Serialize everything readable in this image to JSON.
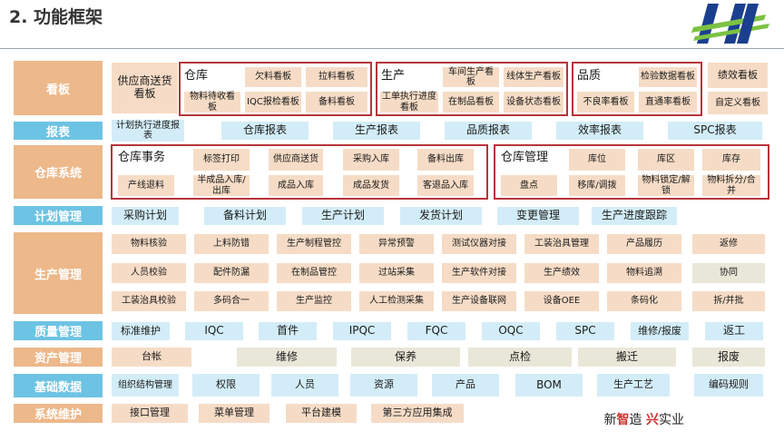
{
  "page": {
    "title": "2. 功能框架",
    "footer": {
      "p1": "新",
      "p2": "智",
      "p3": "造",
      "p4": "兴",
      "p5": "实业"
    }
  },
  "rows": {
    "kanban": {
      "label": "看板",
      "supplier": "供应商送货看板",
      "warehouse": {
        "title": "仓库",
        "items": [
          "欠料看板",
          "拉料看板",
          "物料待收看板",
          "IQC报检看板",
          "备料看板"
        ]
      },
      "production": {
        "title": "生产",
        "items": [
          "车间生产看板",
          "线体生产看板",
          "工单执行进度看板",
          "在制品看板",
          "设备状态看板"
        ]
      },
      "quality": {
        "title": "品质",
        "items": [
          "检验数据看板",
          "不良率看板",
          "直通率看板"
        ]
      },
      "performance": "绩效看板",
      "custom": "自定义看板"
    },
    "report": {
      "label": "报表",
      "items": [
        "计划执行进度报表",
        "仓库报表",
        "生产报表",
        "品质报表",
        "效率报表",
        "SPC报表"
      ]
    },
    "warehouse_system": {
      "label": "仓库系统",
      "affairs": {
        "title": "仓库事务",
        "items": [
          "标签打印",
          "供应商送货",
          "采购入库",
          "备料出库",
          "产线退料",
          "半成品入库/出库",
          "成品入库",
          "成品发货",
          "客退品入库"
        ]
      },
      "management": {
        "title": "仓库管理",
        "items": [
          "库位",
          "库区",
          "库存",
          "盘点",
          "移库/调拨",
          "物料锁定/解锁",
          "物料拆分/合并"
        ]
      }
    },
    "plan": {
      "label": "计划管理",
      "items": [
        "采购计划",
        "备料计划",
        "生产计划",
        "发货计划",
        "变更管理",
        "生产进度跟踪"
      ]
    },
    "production_mgmt": {
      "label": "生产管理",
      "row1": [
        "物料核验",
        "上料防错",
        "生产制程管控",
        "异常预警",
        "测试仪器对接",
        "工装治具管理",
        "产品履历",
        "返修"
      ],
      "row2": [
        "人员校验",
        "配件防漏",
        "在制品管控",
        "过站采集",
        "生产软件对接",
        "生产绩效",
        "物料追溯",
        "协同"
      ],
      "row3": [
        "工装治具校验",
        "多码合一",
        "生产监控",
        "人工检测采集",
        "生产设备联网",
        "设备OEE",
        "条码化",
        "拆/并批"
      ]
    },
    "quality_mgmt": {
      "label": "质量管理",
      "items": [
        "标准维护",
        "IQC",
        "首件",
        "IPQC",
        "FQC",
        "OQC",
        "SPC",
        "维修/报废",
        "返工"
      ]
    },
    "asset_mgmt": {
      "label": "资产管理",
      "items": [
        "台帐",
        "维修",
        "保养",
        "点检",
        "搬迁",
        "报废"
      ]
    },
    "basic_data": {
      "label": "基础数据",
      "items": [
        "组织结构管理",
        "权限",
        "人员",
        "资源",
        "产品",
        "BOM",
        "生产工艺",
        "编码规则"
      ]
    },
    "sys_maint": {
      "label": "系统维护",
      "items": [
        "接口管理",
        "菜单管理",
        "平台建模",
        "第三方应用集成"
      ]
    }
  },
  "colors": {
    "orange_label": "#edb88a",
    "blue_label": "#6dc3e3",
    "peach_box": "#f6dcc6",
    "cyan_box": "#d3edf8",
    "grey_box": "#e9e7d7",
    "frame_red": "#b7343a",
    "logo_blue": "#1b3f8f",
    "logo_green": "#7cc242"
  }
}
